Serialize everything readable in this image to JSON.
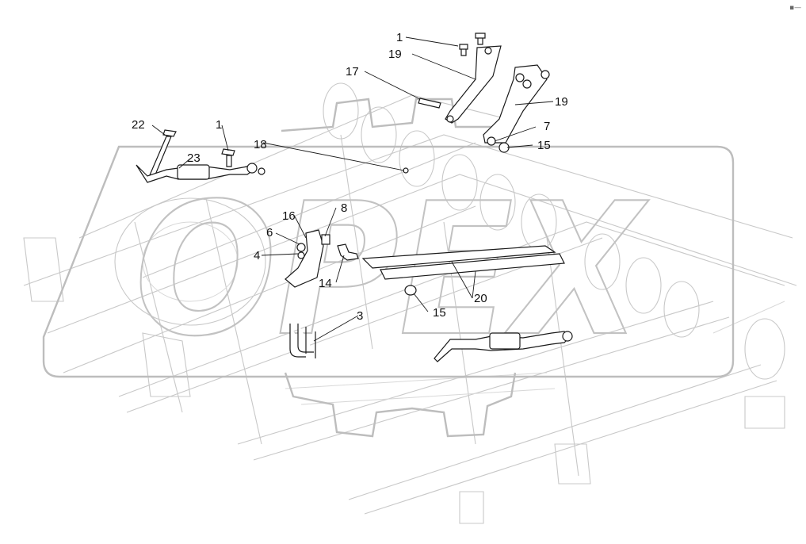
{
  "watermark": {
    "text": "OPEX"
  },
  "callouts": [
    {
      "id": "c1a",
      "label": "1"
    },
    {
      "id": "c19a",
      "label": "19"
    },
    {
      "id": "c17",
      "label": "17"
    },
    {
      "id": "c19b",
      "label": "19"
    },
    {
      "id": "c7",
      "label": "7"
    },
    {
      "id": "c15a",
      "label": "15"
    },
    {
      "id": "c22",
      "label": "22"
    },
    {
      "id": "c1b",
      "label": "1"
    },
    {
      "id": "c18",
      "label": "18"
    },
    {
      "id": "c23",
      "label": "23"
    },
    {
      "id": "c16",
      "label": "16"
    },
    {
      "id": "c8",
      "label": "8"
    },
    {
      "id": "c6",
      "label": "6"
    },
    {
      "id": "c4",
      "label": "4"
    },
    {
      "id": "c14",
      "label": "14"
    },
    {
      "id": "c20",
      "label": "20"
    },
    {
      "id": "c15b",
      "label": "15"
    },
    {
      "id": "c3",
      "label": "3"
    }
  ],
  "corner_mark": "▪—"
}
